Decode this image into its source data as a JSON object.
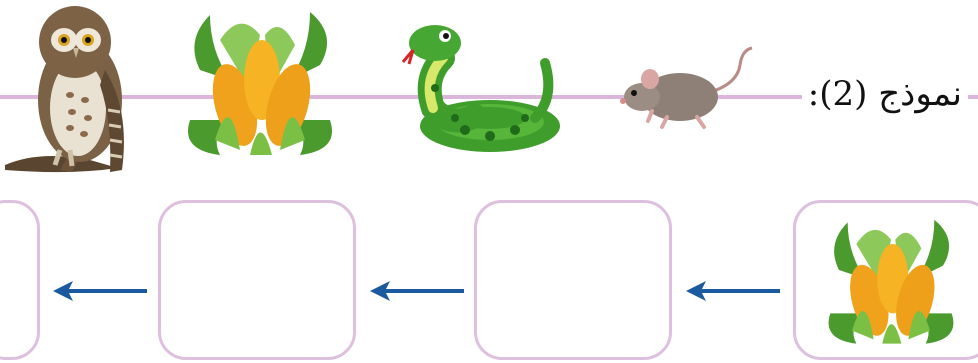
{
  "title": "نموذج (2):",
  "colors": {
    "rule": "#dcb6da",
    "box_border": "#dcc0dd",
    "arrow": "#1c5aa0"
  },
  "top_row_images": [
    "owl",
    "corn",
    "snake",
    "mouse"
  ],
  "food_chain_boxes": [
    {
      "content": "corn"
    },
    {
      "content": ""
    },
    {
      "content": ""
    },
    {
      "content": ""
    }
  ]
}
